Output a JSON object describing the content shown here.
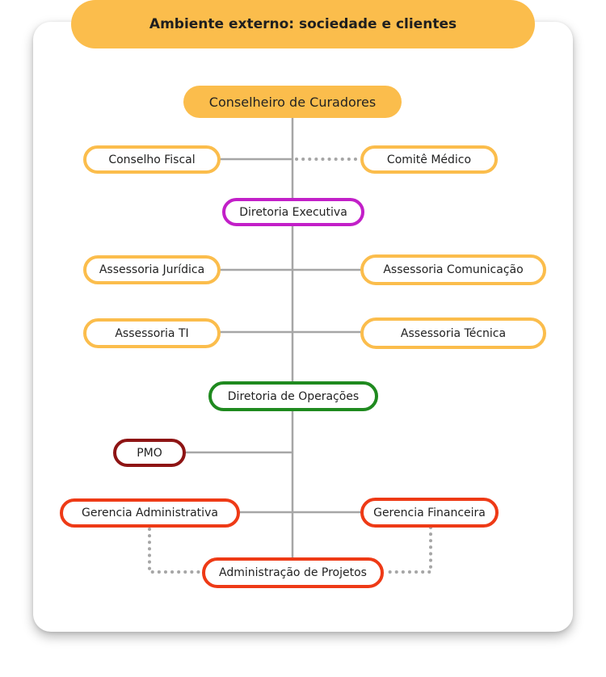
{
  "banner": "Ambiente externo: sociedade e clientes",
  "nodes": {
    "conselheiro": "Conselheiro de Curadores",
    "conselho_fiscal": "Conselho Fiscal",
    "comite_medico": "Comitê Médico",
    "diretoria_executiva": "Diretoria Executiva",
    "assessoria_juridica": "Assessoria Jurídica",
    "assessoria_comunicacao": "Assessoria Comunicação",
    "assessoria_ti": "Assessoria TI",
    "assessoria_tecnica": "Assessoria Técnica",
    "diretoria_operacoes": "Diretoria de Operações",
    "pmo": "PMO",
    "gerencia_administrativa": "Gerencia Administrativa",
    "gerencia_financeira": "Gerencia Financeira",
    "administracao_projetos": "Administração de Projetos"
  },
  "colors": {
    "yellow": "#fbbd4c",
    "purple": "#c21fc8",
    "green": "#1f8a1f",
    "dark_red": "#8e1414",
    "red": "#ee3a16",
    "line": "#a6a6a6"
  }
}
